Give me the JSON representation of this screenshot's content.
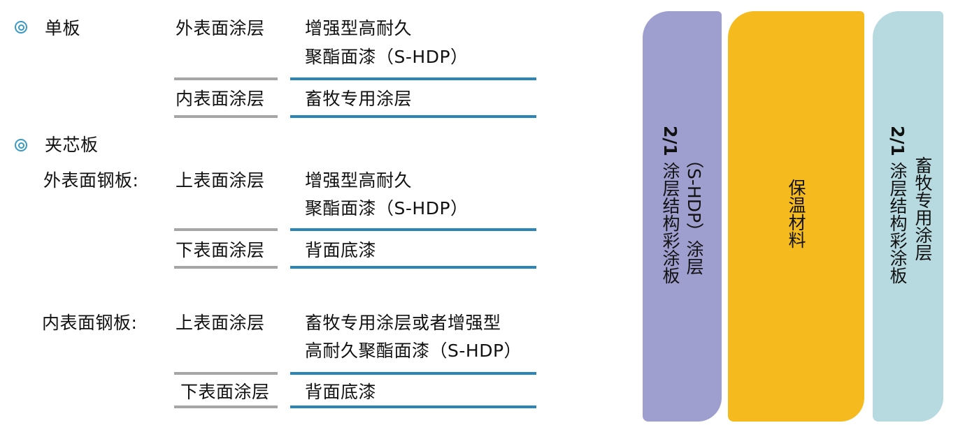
{
  "colors": {
    "bullet": "#3a9ac4",
    "label_underline": "#a6a6a6",
    "value_underline": "#2a86b8",
    "outer_layer": "#9e9fce",
    "core_layer": "#f4ba1e",
    "inner_layer": "#b7dae0"
  },
  "single_panel": {
    "bullet_icon": "double-circle-icon",
    "title": "单板",
    "rows": [
      {
        "label": "外表面涂层",
        "value_line1": "增强型高耐久",
        "value_line2": "聚酯面漆（S-HDP）"
      },
      {
        "label": "内表面涂层",
        "value_line1": "畜牧专用涂层"
      }
    ]
  },
  "sandwich_panel": {
    "bullet_icon": "double-circle-icon",
    "title": "夹芯板",
    "outer_steel": {
      "heading": "外表面钢板:",
      "rows": [
        {
          "label": "上表面涂层",
          "value_line1": "增强型高耐久",
          "value_line2": "聚酯面漆（S-HDP）"
        },
        {
          "label": "下表面涂层",
          "value_line1": "背面底漆"
        }
      ]
    },
    "inner_steel": {
      "heading": "内表面钢板:",
      "rows": [
        {
          "label": "上表面涂层",
          "value_line1": "畜牧专用涂层或者增强型",
          "value_line2": "高耐久聚酯面漆（S-HDP）"
        },
        {
          "label": "下表面涂层",
          "value_line1": "背面底漆"
        }
      ]
    }
  },
  "diagram": {
    "outer": {
      "col1": "（S-HDP）涂层",
      "col2_bold": "2/1",
      "col2": " 涂层结构彩涂板"
    },
    "core": {
      "text": "保温材料"
    },
    "inner": {
      "col1": "畜牧专用涂层",
      "col2_bold": "2/1",
      "col2": " 涂层结构彩涂板"
    }
  }
}
